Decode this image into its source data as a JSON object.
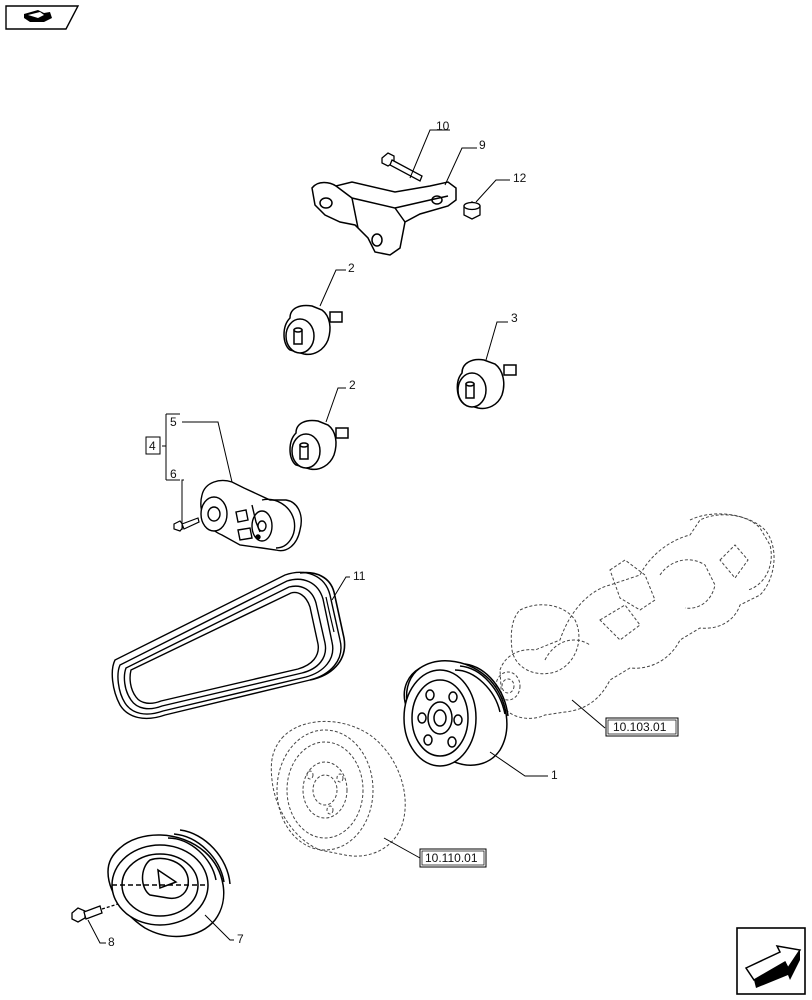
{
  "header": {
    "nav_icon": "prev-page-arrow-icon"
  },
  "footer": {
    "nav_icon": "next-page-arrow-icon"
  },
  "callouts": {
    "c1": "1",
    "c2a": "2",
    "c2b": "2",
    "c3": "3",
    "c4": "4",
    "c5": "5",
    "c6": "6",
    "c7": "7",
    "c8": "8",
    "c9": "9",
    "c10": "10",
    "c11": "11",
    "c12": "12"
  },
  "references": {
    "crankshaft": "10.103.01",
    "damper": "10.110.01"
  },
  "parts": {
    "bracket": "mounting-bracket",
    "idler_a": "idler-pulley",
    "idler_b": "idler-pulley",
    "idler_c": "idler-pulley",
    "tensioner": "belt-tensioner",
    "belt": "poly-v-belt",
    "crank_pulley": "crankshaft-pulley",
    "damper": "vibration-damper",
    "aux_pulley": "auxiliary-pulley",
    "crankshaft": "crankshaft"
  }
}
